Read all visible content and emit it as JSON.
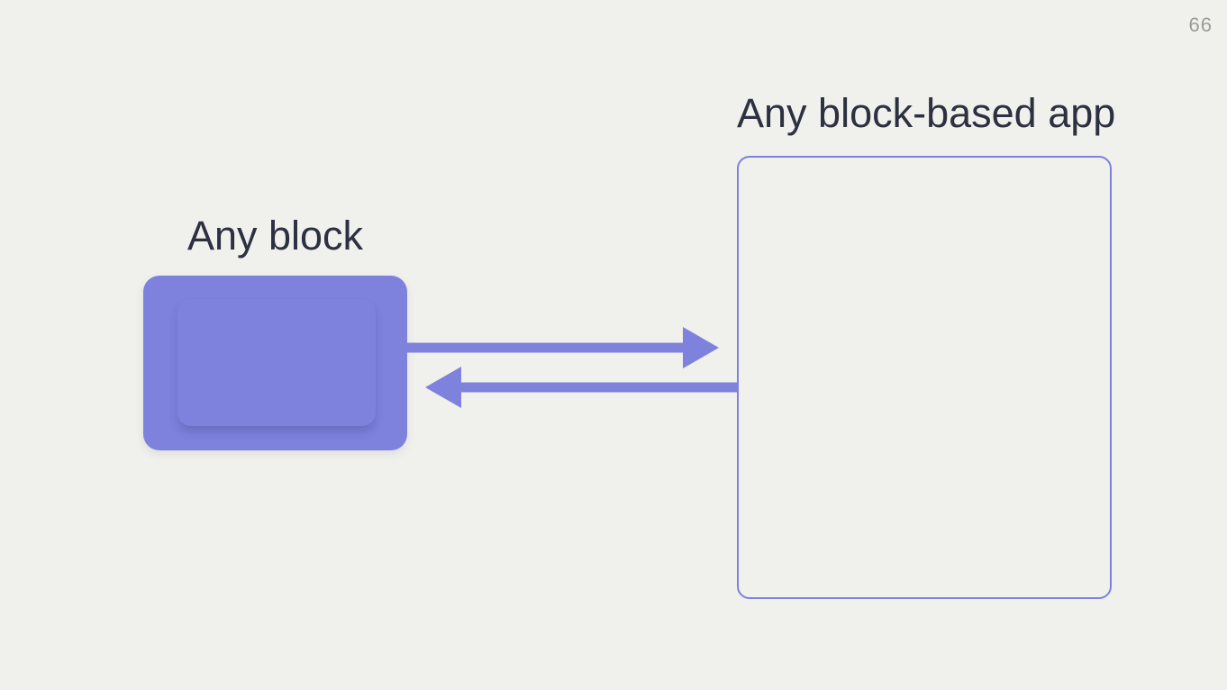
{
  "slide": {
    "page_number": "66"
  },
  "theme": {
    "background_color": "#F0F1EC",
    "accent_color": "#7E82DD",
    "text_color": "#2D3040",
    "page_number_color": "#9B9B99"
  },
  "diagram": {
    "block": {
      "label": "Any block"
    },
    "app": {
      "label": "Any block-based app"
    },
    "arrows": [
      {
        "name": "block-to-app",
        "direction": "right",
        "from": "Any block",
        "to": "Any block-based app"
      },
      {
        "name": "app-to-block",
        "direction": "left",
        "from": "Any block-based app",
        "to": "Any block"
      }
    ]
  }
}
